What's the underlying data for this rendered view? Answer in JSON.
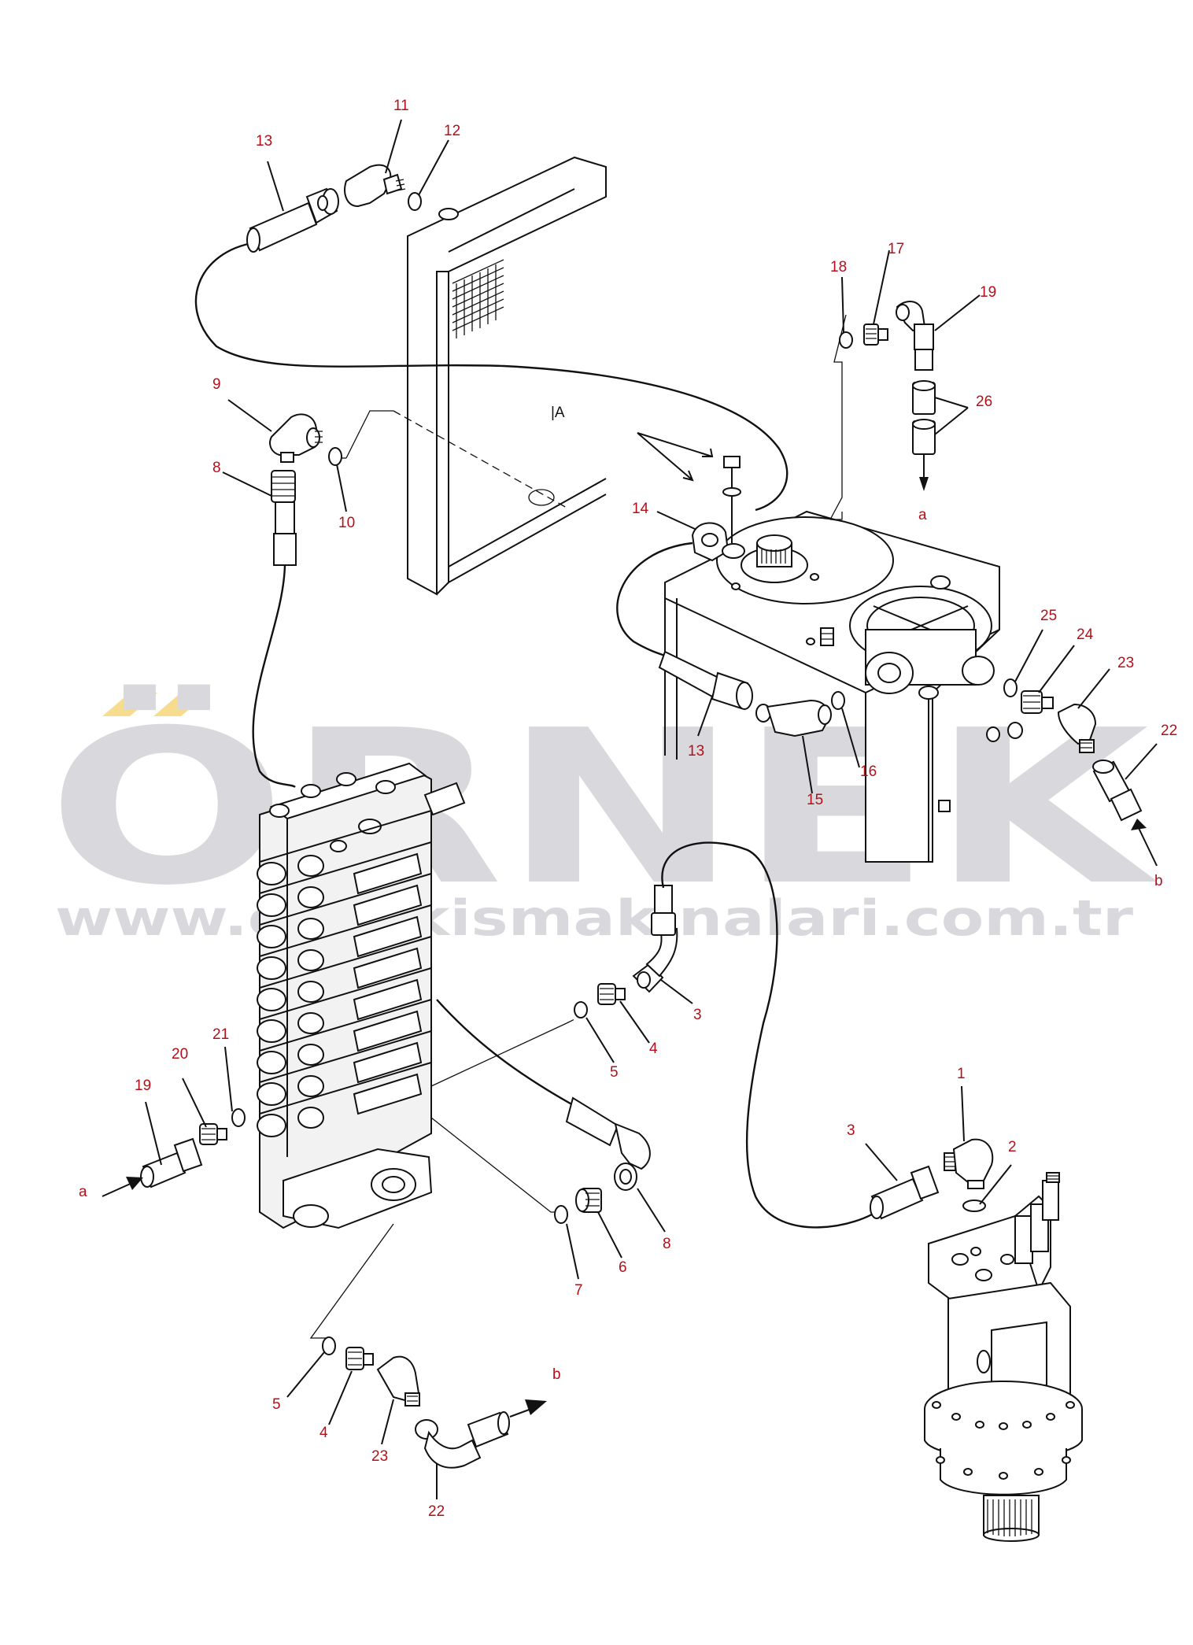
{
  "diagram": {
    "view_marker": "|A",
    "labels": [
      {
        "id": "l13a",
        "text": "13"
      },
      {
        "id": "l11",
        "text": "11"
      },
      {
        "id": "l12a",
        "text": "12"
      },
      {
        "id": "l9",
        "text": "9"
      },
      {
        "id": "l8a",
        "text": "8"
      },
      {
        "id": "l10",
        "text": "10"
      },
      {
        "id": "l18",
        "text": "18"
      },
      {
        "id": "l17",
        "text": "17"
      },
      {
        "id": "l19a",
        "text": "19"
      },
      {
        "id": "l26",
        "text": "26"
      },
      {
        "id": "l14",
        "text": "14"
      },
      {
        "id": "l25",
        "text": "25"
      },
      {
        "id": "l24",
        "text": "24"
      },
      {
        "id": "l23a",
        "text": "23"
      },
      {
        "id": "l22a",
        "text": "22"
      },
      {
        "id": "l13b",
        "text": "13"
      },
      {
        "id": "l16",
        "text": "16"
      },
      {
        "id": "l15",
        "text": "15"
      },
      {
        "id": "l3a",
        "text": "3"
      },
      {
        "id": "l4a",
        "text": "4"
      },
      {
        "id": "l5a",
        "text": "5"
      },
      {
        "id": "l20",
        "text": "20"
      },
      {
        "id": "l21",
        "text": "21"
      },
      {
        "id": "l19b",
        "text": "19"
      },
      {
        "id": "l1",
        "text": "1"
      },
      {
        "id": "l2",
        "text": "2"
      },
      {
        "id": "l3b",
        "text": "3"
      },
      {
        "id": "l8b",
        "text": "8"
      },
      {
        "id": "l6",
        "text": "6"
      },
      {
        "id": "l7",
        "text": "7"
      },
      {
        "id": "l5b",
        "text": "5"
      },
      {
        "id": "l4b",
        "text": "4"
      },
      {
        "id": "l23b",
        "text": "23"
      },
      {
        "id": "l22b",
        "text": "22"
      }
    ],
    "flow_markers": [
      {
        "id": "fa1",
        "text": "a"
      },
      {
        "id": "fb1",
        "text": "b"
      },
      {
        "id": "fa2",
        "text": "a"
      },
      {
        "id": "fb2",
        "text": "b"
      }
    ]
  },
  "watermark": {
    "brand": "ÖRNEK",
    "url": "www.ornekismakinalari.com.tr",
    "brand_color": "#d9d8dc",
    "accent_color": "#f6dc8c"
  },
  "colors": {
    "label": "#b3101a",
    "line": "#111111"
  }
}
